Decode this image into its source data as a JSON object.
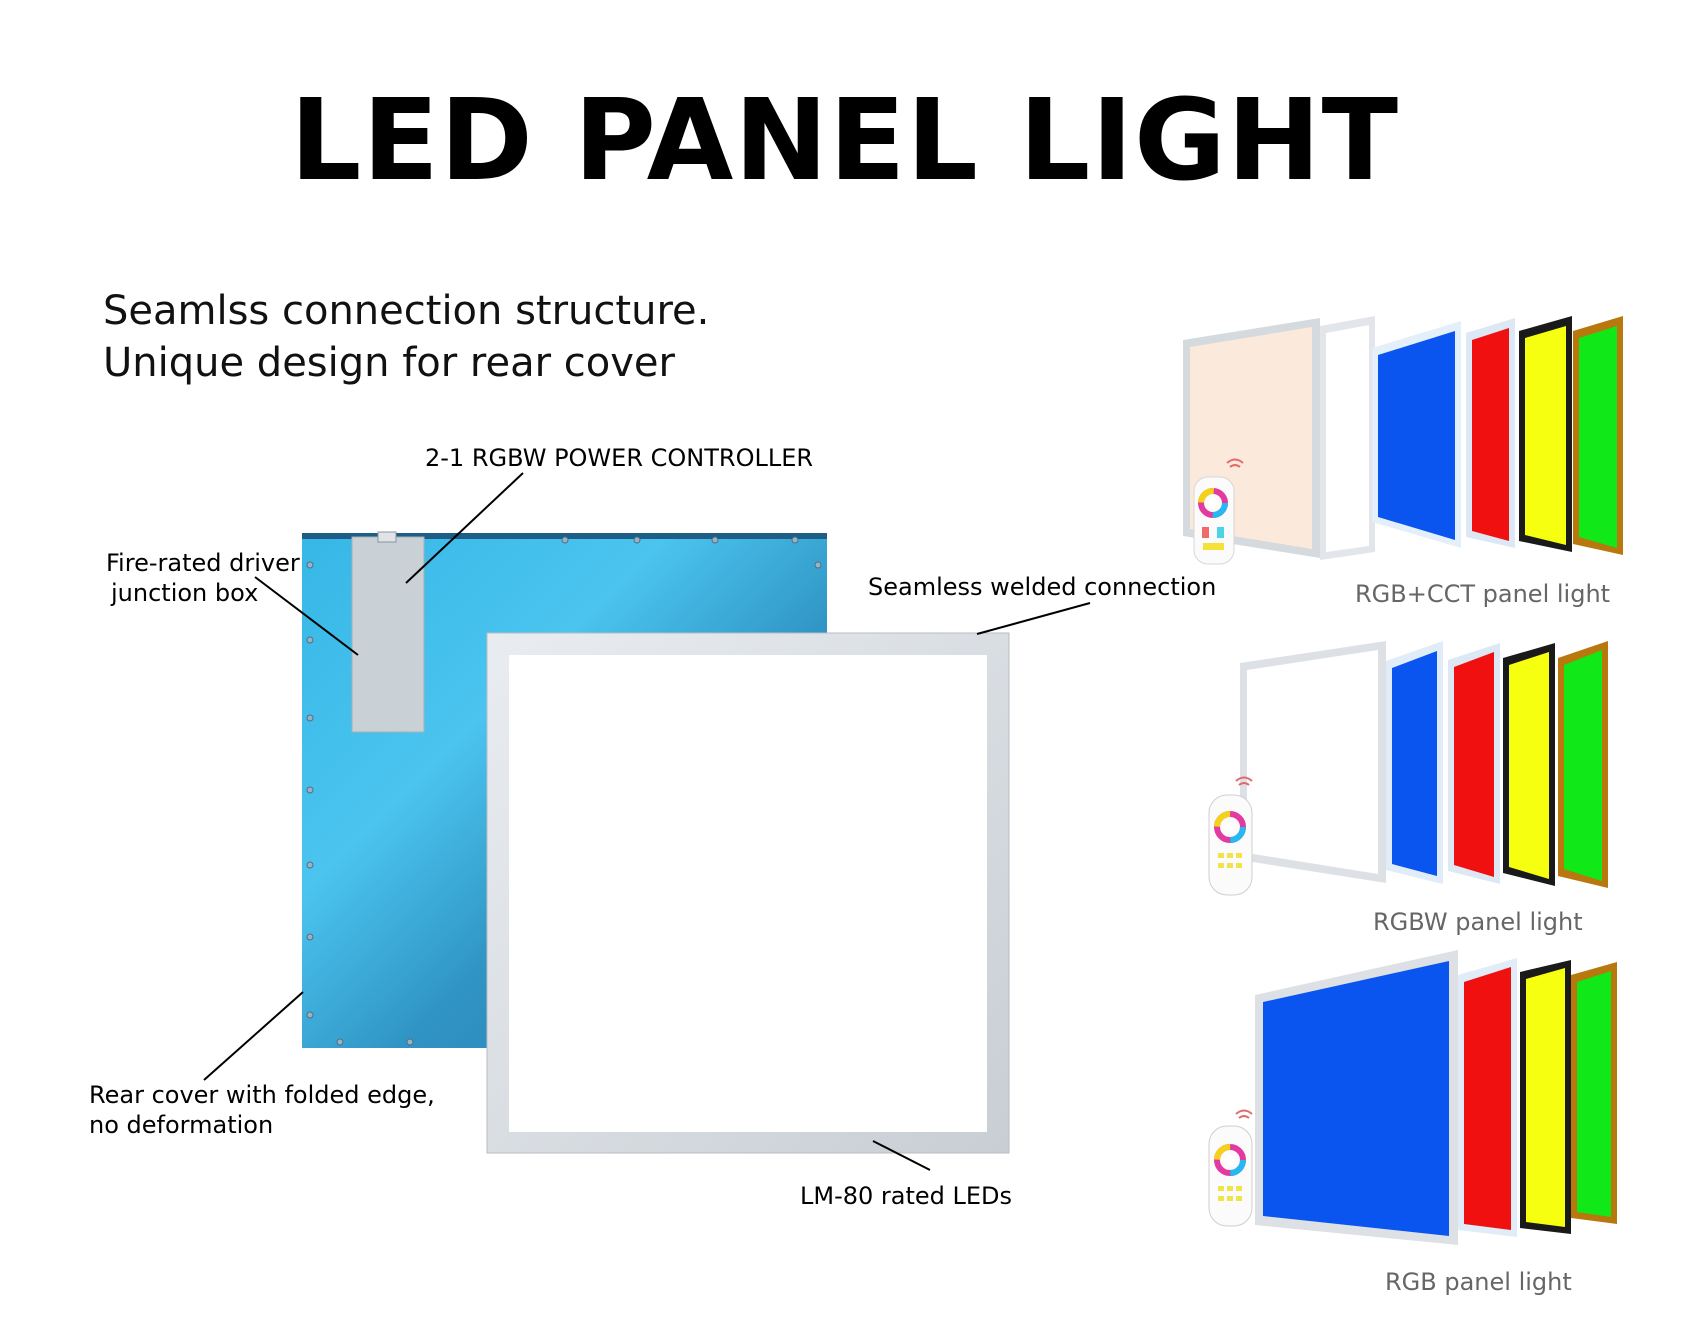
{
  "title": "LED PANEL LIGHT",
  "subtitle": {
    "line1": "Seamlss connection structure.",
    "line2": "Unique design for rear cover"
  },
  "callouts": {
    "controller": "2-1 RGBW POWER CONTROLLER",
    "junction_line1": "Fire-rated driver",
    "junction_line2": "junction box",
    "welded": "Seamless welded connection",
    "rear_line1": "Rear cover with folded edge,",
    "rear_line2": "no deformation",
    "leds": "LM-80 rated LEDs"
  },
  "captions": {
    "rgbcct": "RGB+CCT panel light",
    "rgbw": "RGBW panel light",
    "rgb": "RGB panel light"
  },
  "colors": {
    "warm_white": "#fbe9dc",
    "white": "#ffffff",
    "blue": "#0a55f0",
    "red": "#f01010",
    "yellow": "#f6ff10",
    "green": "#10e818",
    "frame_silver": "#d8dde2",
    "frame_black": "#1a1a1a",
    "frame_gold": "#b8780e",
    "rear_cover": "#3aa9d4"
  },
  "icons": [
    "remote-control-icon",
    "wifi-signal-icon"
  ]
}
